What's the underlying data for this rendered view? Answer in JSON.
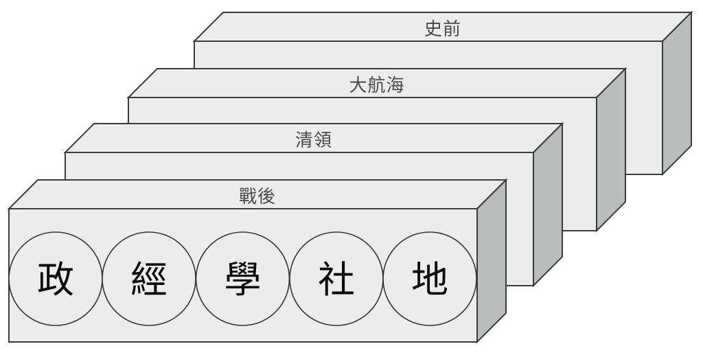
{
  "diagram": {
    "layers": [
      {
        "label": "史前"
      },
      {
        "label": "大航海"
      },
      {
        "label": "清領"
      },
      {
        "label": "戰後",
        "items": [
          {
            "char": "政"
          },
          {
            "char": "經"
          },
          {
            "char": "學"
          },
          {
            "char": "社"
          },
          {
            "char": "地"
          }
        ]
      }
    ],
    "colors": {
      "background": "#ffffff",
      "face_light": "#eaedee",
      "face_side": "#b8bdbf",
      "outline": "#3a3a3a",
      "circle_outline": "#333333",
      "label_text": "#4a4a4a",
      "item_text": "#0a0a0a"
    }
  }
}
